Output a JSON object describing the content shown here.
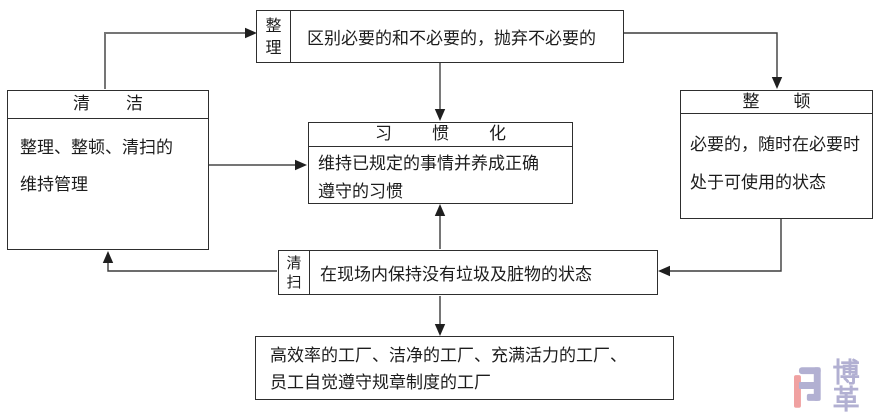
{
  "diagram": {
    "boxes": {
      "seiri": {
        "tab": "整理",
        "text": "区别必要的和不必要的，抛弃不必要的"
      },
      "seiketsu": {
        "header": "清洁",
        "line1": "整理、整顿、清扫的",
        "line2": "维持管理"
      },
      "shukanka": {
        "header": "习惯化",
        "line1": "维持已规定的事情并养成正确",
        "line2": "遵守的习惯"
      },
      "seiton": {
        "header": "整顿",
        "line1": "必要的，随时在必要时",
        "line2": "处于可使用的状态"
      },
      "seisou": {
        "tab": "清扫",
        "text": "在现场内保持没有垃圾及脏物的状态"
      },
      "result": {
        "line1": "高效率的工厂、洁净的工厂、充满活力的工厂、",
        "line2": "员工自觉遵守规章制度的工厂"
      }
    },
    "colors": {
      "box_border": "#2e2e2e",
      "line_dark": "#3b3b3b",
      "line_gray": "#757575"
    }
  },
  "logo": {
    "text": "博革",
    "mark_pink": "#f0a1a1",
    "mark_purple": "#b2b0d2"
  }
}
